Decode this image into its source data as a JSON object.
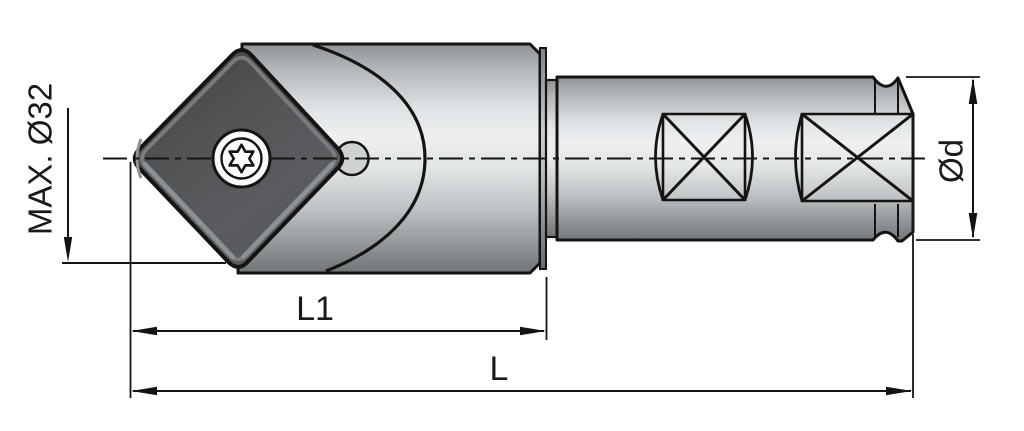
{
  "drawing": {
    "title": "countersink-tool-technical-drawing",
    "labels": {
      "max_diameter": "MAX. Ø32",
      "l1": "L1",
      "l": "L",
      "shank_diameter": "Ød"
    },
    "colors": {
      "line": "#141414",
      "background": "#ffffff",
      "metal_light": "#edeff0",
      "metal_dark": "#74787a",
      "insert_face": "#4e5052",
      "insert_facet": "#82868a"
    }
  }
}
